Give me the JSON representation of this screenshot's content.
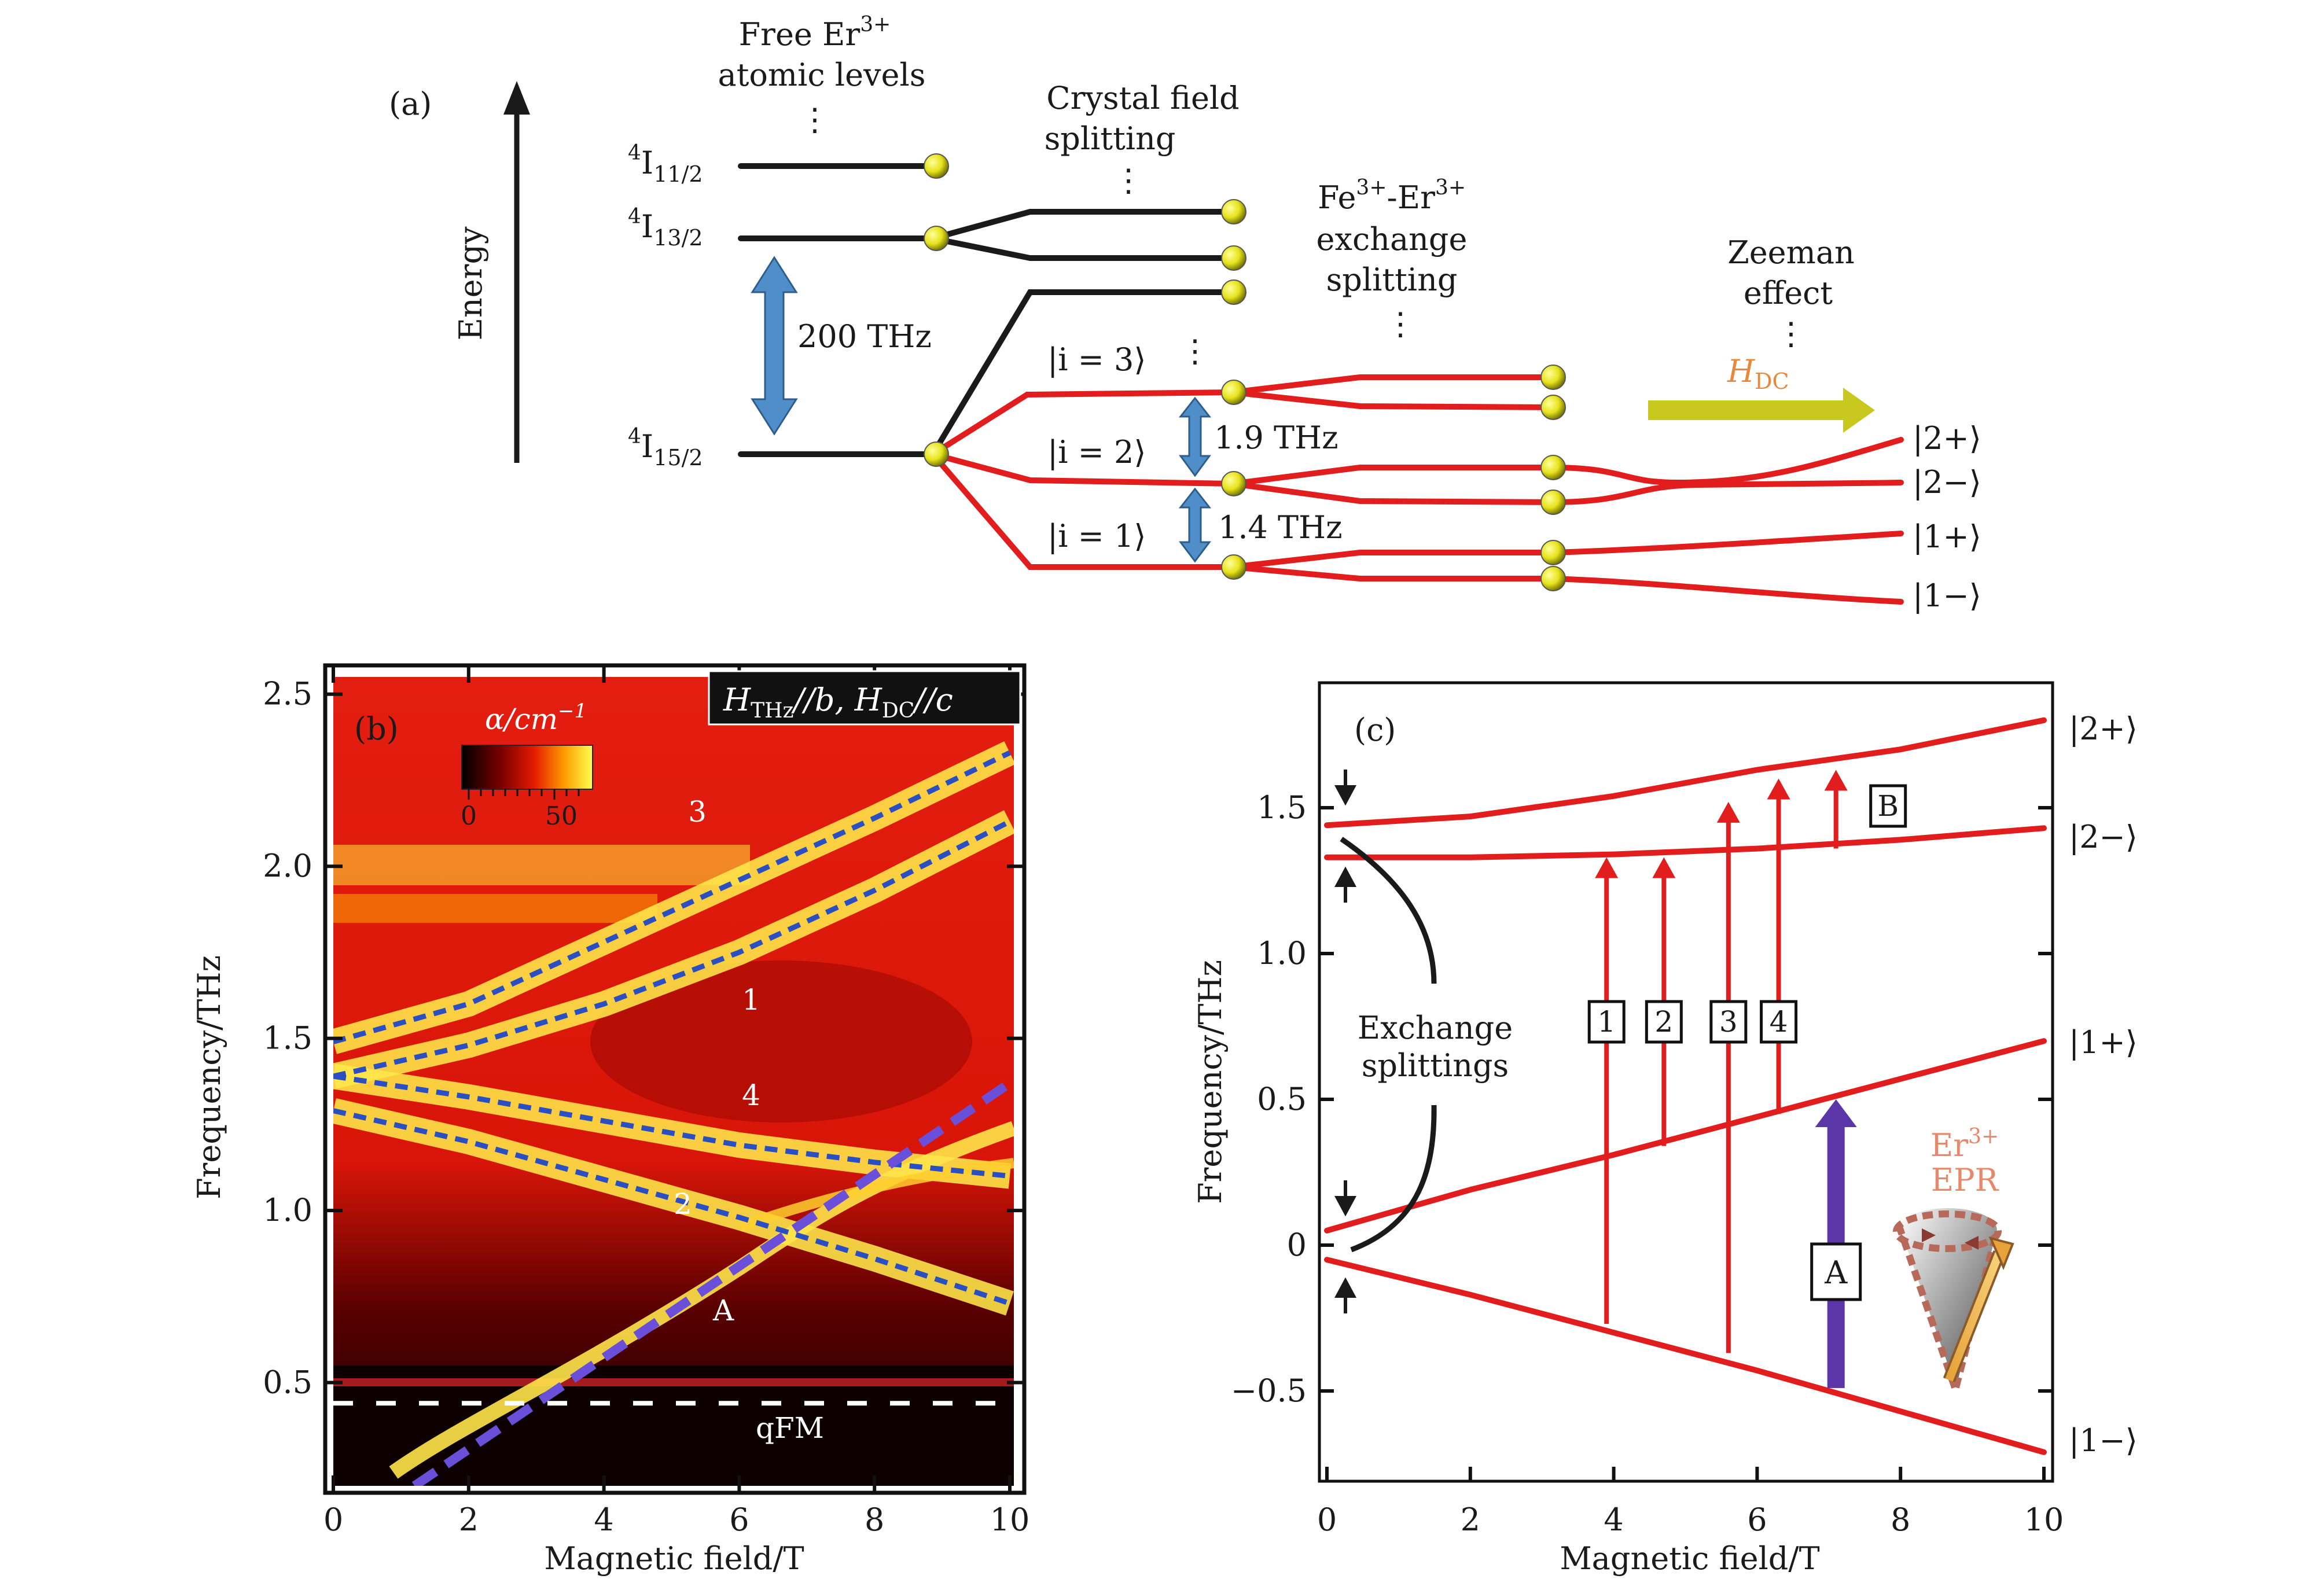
{
  "panel_a": {
    "tag": "(a)",
    "energy_label": "Energy",
    "free_title_1": "Free Er",
    "free_title_sup": "3+",
    "free_title_2": "atomic levels",
    "crystal_title_1": "Crystal field",
    "crystal_title_2": "splitting",
    "exchange_title_1": "Fe",
    "exchange_title_sup1": "3+",
    "exchange_title_mid": "-Er",
    "exchange_title_sup2": "3+",
    "exchange_title_2": "exchange",
    "exchange_title_3": "splitting",
    "zeeman_title_1": "Zeeman",
    "zeeman_title_2": "effect",
    "dots": "⋮",
    "level_11": {
      "pre": "4",
      "main": "I",
      "sub": "11/2"
    },
    "level_13": {
      "pre": "4",
      "main": "I",
      "sub": "13/2"
    },
    "level_15": {
      "pre": "4",
      "main": "I",
      "sub": "15/2"
    },
    "gap_200": "200 THz",
    "gap_19": "1.9 THz",
    "gap_14": "1.4 THz",
    "ket_i3": "|i = 3⟩",
    "ket_i2": "|i = 2⟩",
    "ket_i1": "|i = 1⟩",
    "hdc_main": "H",
    "hdc_sub": "DC",
    "ket_2p": "|2+⟩",
    "ket_2m": "|2−⟩",
    "ket_1p": "|1+⟩",
    "ket_1m": "|1−⟩",
    "colors": {
      "red": "#e11d1d",
      "arrow_blue": "#4f8ec9",
      "arrow_yellow": "#c8c81e",
      "orange": "#e8883a",
      "ball": "#e6e21c"
    }
  },
  "panel_b": {
    "tag": "(b)",
    "legend_box": {
      "h_main": "H",
      "h_sub": "THz",
      "mid": "//b, ",
      "d_main": "H",
      "d_sub": "DC",
      "end": "//c"
    },
    "colorbar_label": "α/cm",
    "colorbar_sup": "−1",
    "colorbar_ticks": [
      "0",
      "50"
    ],
    "mode_labels": [
      "3",
      "1",
      "4",
      "2",
      "A"
    ],
    "qfm_label": "qFM",
    "ylabel": "Frequency/THz",
    "xlabel": "Magnetic field/T",
    "yticks": [
      "0.5",
      "1.0",
      "1.5",
      "2.0",
      "2.5"
    ],
    "xticks": [
      "0",
      "2",
      "4",
      "6",
      "8",
      "10"
    ],
    "chart_data": {
      "type": "heatmap",
      "x_range": [
        0,
        10
      ],
      "y_range": [
        0.2,
        2.55
      ],
      "series": [
        {
          "x": [
            0,
            2,
            4,
            6,
            8,
            10
          ],
          "y": [
            1.49,
            1.6,
            1.78,
            1.96,
            2.14,
            2.33
          ]
        },
        {
          "x": [
            0,
            2,
            4,
            6,
            8,
            10
          ],
          "y": [
            1.39,
            1.48,
            1.6,
            1.75,
            1.93,
            2.13
          ]
        },
        {
          "x": [
            0,
            2,
            4,
            6,
            8,
            10
          ],
          "y": [
            1.39,
            1.33,
            1.26,
            1.19,
            1.14,
            1.1
          ]
        },
        {
          "x": [
            0,
            2,
            4,
            6,
            8,
            10
          ],
          "y": [
            1.29,
            1.2,
            1.09,
            0.98,
            0.86,
            0.73
          ]
        },
        {
          "x": [
            1.2,
            10
          ],
          "y": [
            0.2,
            1.37
          ]
        },
        {
          "x": [
            0,
            10
          ],
          "y": [
            0.44,
            0.44
          ]
        }
      ]
    }
  },
  "panel_c": {
    "tag": "(c)",
    "ylabel": "Frequency/THz",
    "xlabel": "Magnetic field/T",
    "yticks": [
      "−0.5",
      "0",
      "0.5",
      "1.0",
      "1.5"
    ],
    "xticks": [
      "0",
      "2",
      "4",
      "6",
      "8",
      "10"
    ],
    "exchange_1": "Exchange",
    "exchange_2": "splittings",
    "box_labels": [
      "1",
      "2",
      "3",
      "4",
      "B",
      "A"
    ],
    "epr_1": "Er",
    "epr_sup": "3+",
    "epr_2": "EPR",
    "ket_2p": "|2+⟩",
    "ket_2m": "|2−⟩",
    "ket_1p": "|1+⟩",
    "ket_1m": "|1−⟩",
    "chart_data": {
      "type": "line",
      "x_range": [
        0,
        10
      ],
      "y_range": [
        -0.8,
        1.9
      ],
      "series": [
        {
          "x": [
            0,
            2,
            4,
            6,
            8,
            10
          ],
          "y": [
            1.44,
            1.47,
            1.54,
            1.63,
            1.7,
            1.8
          ]
        },
        {
          "x": [
            0,
            2,
            4,
            6,
            8,
            10
          ],
          "y": [
            1.33,
            1.33,
            1.34,
            1.36,
            1.39,
            1.43
          ]
        },
        {
          "x": [
            0,
            2,
            4,
            6,
            8,
            10
          ],
          "y": [
            0.05,
            0.19,
            0.31,
            0.44,
            0.57,
            0.7
          ]
        },
        {
          "x": [
            0,
            2,
            4,
            6,
            8,
            10
          ],
          "y": [
            -0.05,
            -0.17,
            -0.3,
            -0.43,
            -0.57,
            -0.71
          ]
        }
      ],
      "transitions": [
        {
          "label": "1",
          "x": 3.9,
          "from": -0.27,
          "to": 1.33
        },
        {
          "label": "2",
          "x": 4.7,
          "from": 0.34,
          "to": 1.33
        },
        {
          "label": "3",
          "x": 5.6,
          "from": -0.37,
          "to": 1.52
        },
        {
          "label": "4",
          "x": 6.3,
          "from": 0.45,
          "to": 1.6
        },
        {
          "label": "B",
          "x": 7.1,
          "from": 1.36,
          "to": 1.63
        },
        {
          "label": "A",
          "x": 7.1,
          "from": -0.49,
          "to": 0.5
        }
      ]
    }
  }
}
